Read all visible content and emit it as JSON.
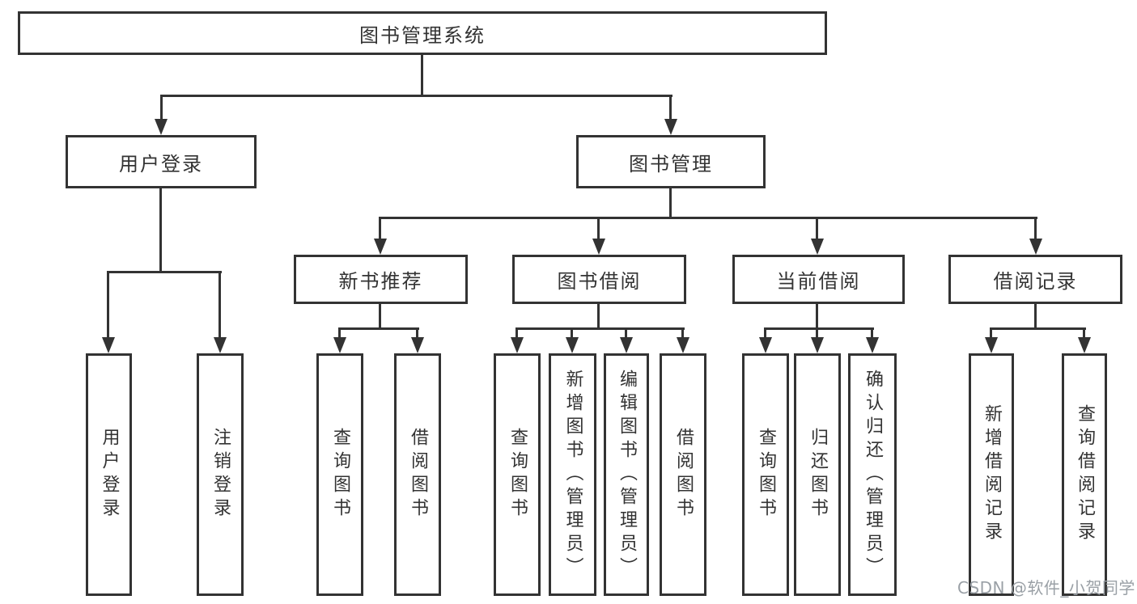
{
  "diagram_type": "hierarchy-tree",
  "tree": {
    "label": "图书管理系统",
    "children": [
      {
        "label": "用户登录",
        "children": [
          {
            "label": "用户登录"
          },
          {
            "label": "注销登录"
          }
        ]
      },
      {
        "label": "图书管理",
        "children": [
          {
            "label": "新书推荐",
            "children": [
              {
                "label": "查询图书"
              },
              {
                "label": "借阅图书"
              }
            ]
          },
          {
            "label": "图书借阅",
            "children": [
              {
                "label": "查询图书"
              },
              {
                "label": "新增图书（管理员）"
              },
              {
                "label": "编辑图书（管理员）"
              },
              {
                "label": "借阅图书"
              }
            ]
          },
          {
            "label": "当前借阅",
            "children": [
              {
                "label": "查询图书"
              },
              {
                "label": "归还图书"
              },
              {
                "label": "确认归还（管理员）"
              }
            ]
          },
          {
            "label": "借阅记录",
            "children": [
              {
                "label": "新增借阅记录"
              },
              {
                "label": "查询借阅记录"
              }
            ]
          }
        ]
      }
    ]
  },
  "watermark": {
    "text": "CSDN @软件_小贺同学",
    "color": "#9aa0a6"
  },
  "colors": {
    "background": "#ffffff",
    "line": "#333333",
    "box_border": "#333333",
    "text": "#333333"
  }
}
